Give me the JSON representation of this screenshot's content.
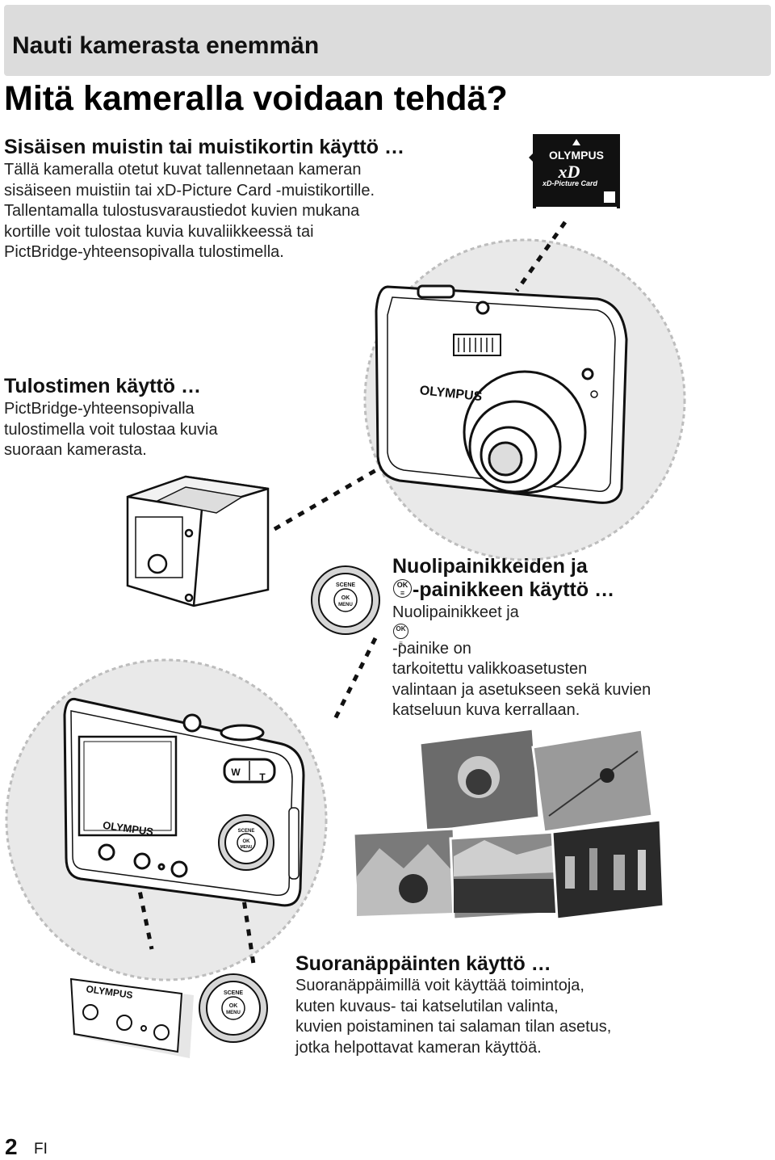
{
  "header": {
    "banner": "Nauti kamerasta enemmän",
    "title": "Mitä kameralla voidaan tehdä?"
  },
  "sections": {
    "memory": {
      "heading": "Sisäisen muistin tai muistikortin käyttö …",
      "lines": [
        "Tällä kameralla otetut kuvat tallennetaan kameran",
        "sisäiseen muistiin tai xD-Picture Card -muistikortille.",
        "Tallentamalla tulostusvaraustiedot kuvien mukana",
        "kortille voit tulostaa kuvia kuvaliikkeessä tai",
        "PictBridge-yhteensopivalla tulostimella."
      ]
    },
    "printer": {
      "heading": "Tulostimen käyttö …",
      "lines": [
        "PictBridge-yhteensopivalla",
        "tulostimella voit tulostaa kuvia",
        "suoraan kamerasta."
      ]
    },
    "arrows": {
      "heading_line1": "Nuolipainikkeiden ja",
      "heading_line2_suffix": "-painikkeen käyttö …",
      "line1_prefix": "Nuolipainikkeet ja ",
      "line1_suffix": "-painike on",
      "lines": [
        "tarkoitettu valikkoasetusten",
        "valintaan ja asetukseen sekä kuvien",
        "katseluun kuva kerrallaan."
      ]
    },
    "direct": {
      "heading": "Suoranäppäinten käyttö …",
      "lines": [
        "Suoranäppäimillä voit käyttää toimintoja,",
        "kuten kuvaus- tai katselutilan valinta,",
        "kuvien poistaminen tai salaman tilan asetus,",
        "jotka helpottavat kameran käyttöä."
      ]
    }
  },
  "illustration_text": {
    "card_brand": "OLYMPUS",
    "card_logo": "xD",
    "card_name": "xD-Picture Card",
    "camera_brand": "OLYMPUS",
    "ok_icon": {
      "top": "OK",
      "bottom": "≡"
    },
    "dial_scene": "SCENE",
    "dial_ok": "OK",
    "dial_menu": "MENU",
    "zoom_w": "W",
    "zoom_t": "T"
  },
  "footer": {
    "page_number": "2",
    "language": "FI"
  }
}
